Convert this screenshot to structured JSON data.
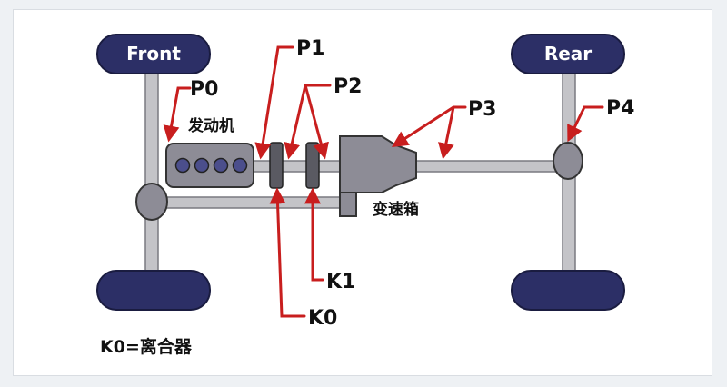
{
  "wheels": {
    "front_label": "Front",
    "rear_label": "Rear"
  },
  "labels": {
    "engine": "发动机",
    "gearbox": "变速箱",
    "p0": "P0",
    "p1": "P1",
    "p2": "P2",
    "p3": "P3",
    "p4": "P4",
    "k0": "K0",
    "k1": "K1"
  },
  "legend": {
    "k0_note": "K0=离合器"
  },
  "colors": {
    "wheel_fill": "#2c2f66",
    "component_fill": "#8d8c96",
    "axle": "#c4c4c8",
    "arrow": "#c81e1e"
  }
}
